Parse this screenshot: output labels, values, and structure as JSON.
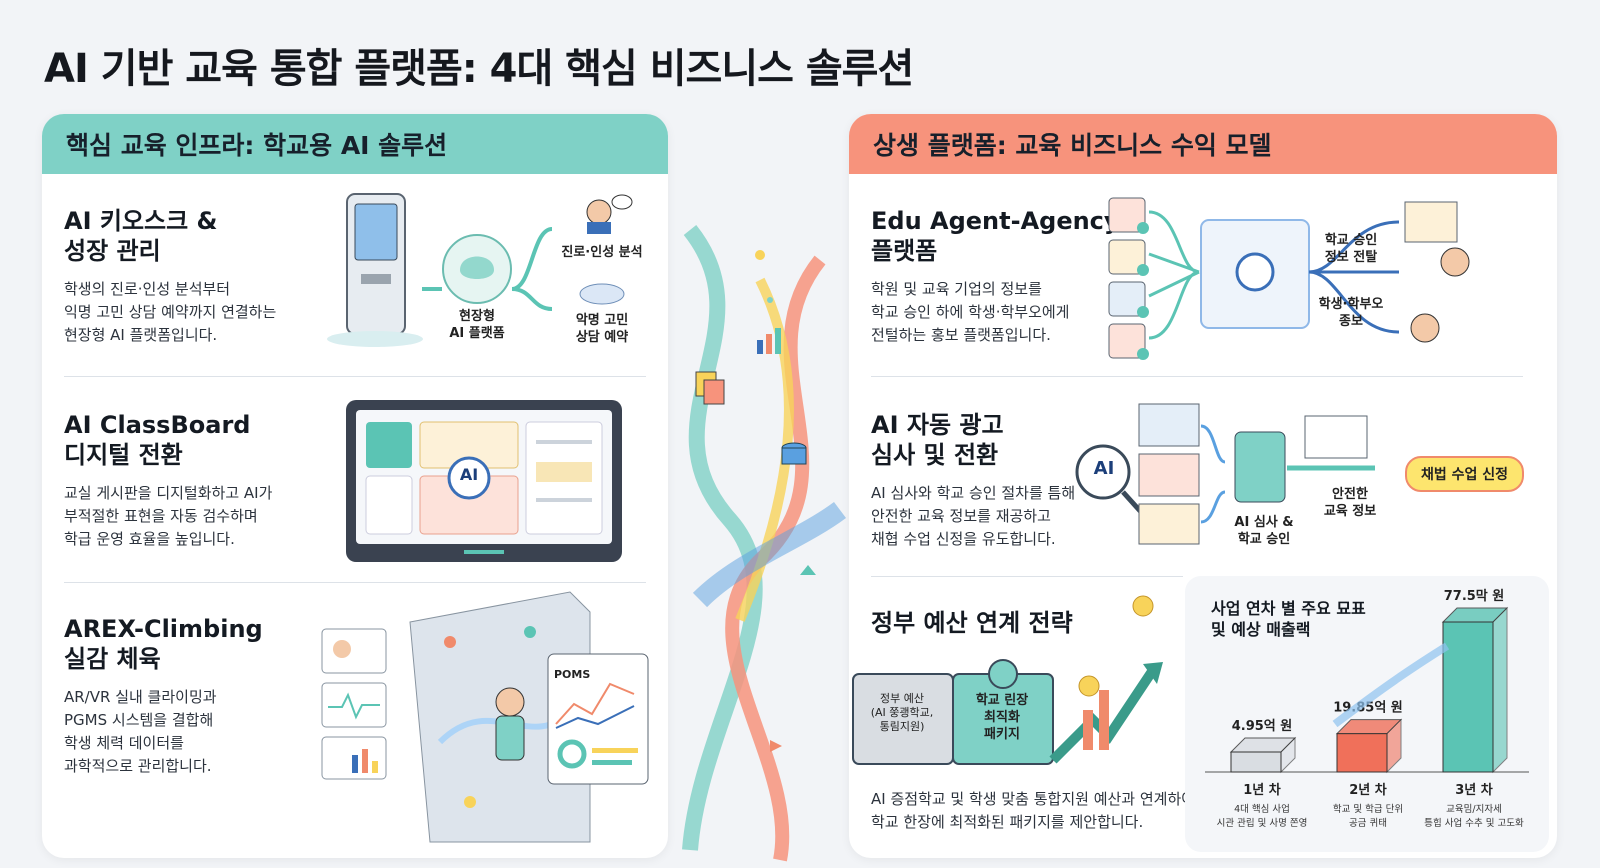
{
  "title": "AI 기반 교육 통합 플랫폼: 4대 핵심 비즈니스 솔루션",
  "colors": {
    "teal": "#7fd1c6",
    "coral": "#f7937c",
    "yellow": "#f8d35a",
    "blue": "#5aa0e0"
  },
  "left_panel": {
    "header": "핵심 교육 인프라: 학교용 AI 솔루션",
    "sections": [
      {
        "title": "AI 키오스크 &\n성장 관리",
        "desc": "학생의 진로·인성 분석부터\n익명 고민 상담 예약까지 연결하는\n현장형 AI 플랫폼입니다.",
        "labels": {
          "center": "현장형\nAI 플랫폼",
          "top": "진로·인성 분석",
          "bottom": "악명 고민\n상담 예약"
        }
      },
      {
        "title": "AI ClassBoard\n디지털 전환",
        "desc": "교실 게시판을 디지털화하고 AI가\n부적절한 표현을 자동 검수하며\n학급 운영 효율을 높입니다.",
        "labels": {
          "ai": "AI"
        }
      },
      {
        "title": "AREX-Climbing\n실감 체육",
        "desc": "AR/VR 실내 클라이밍과\nPGMS 시스템을 결합해\n학생 체력 데이터를\n과학적으로 관리합니다.",
        "labels": {
          "poms": "POMS"
        }
      }
    ]
  },
  "right_panel": {
    "header": "상생 플랫폼: 교육 비즈니스 수익 모델",
    "sections": [
      {
        "title": "Edu Agent-Agency\n플랫폼",
        "desc": "학원 및 교육 기업의 정보를\n학교 승인 하에 학생·학부오에게\n전털하는 홍보 플랫폼입니다.",
        "labels": {
          "a": "학교 승인\n정보 전탈",
          "b": "학생·학부오\n종보"
        }
      },
      {
        "title": "AI 자동 광고\n심사 및 전환",
        "desc": "AI 심사와 학교 승인 절차를 틈해\n안전한 교육 정보를 재공하고\n채협 수업 신정을 유도합니다.",
        "labels": {
          "ai": "AI",
          "review": "AI 심사 &\n학교 승인",
          "safe": "안전한\n교육 정보",
          "cta": "채법 수업 신정"
        }
      },
      {
        "title": "정부 예산 연계 전략",
        "desc": "AI 증점학교 및 학생 맞춤 통합지원 예산과 연계하여\n학교 한장에 최적화된 패키지를 제안합니다.",
        "labels": {
          "p1": "정부 예산\n(AI 쭝괭학교,\n통림지원)",
          "p2": "학교 린장\n최직화\n패키지"
        }
      }
    ]
  },
  "chart_data": {
    "type": "bar",
    "title": "사업 연차 별 주요 묘표\n및 예상 매출랙",
    "categories": [
      "1년 차",
      "2년 차",
      "3년 차"
    ],
    "category_notes": [
      "4대 핵심 사업\n시관 관립 및 사명 쫀영",
      "학교 및 학급 단위\n공금 퀴태",
      "교육밈/지자세\n틍힙 사업 수추 및 고도화"
    ],
    "values": [
      4.95,
      19.85,
      77.5
    ],
    "value_labels": [
      "4.95억 원",
      "19.85억 원",
      "77.5막 원"
    ],
    "colors": [
      "#d9dde2",
      "#f0705a",
      "#5bc4b4"
    ]
  }
}
